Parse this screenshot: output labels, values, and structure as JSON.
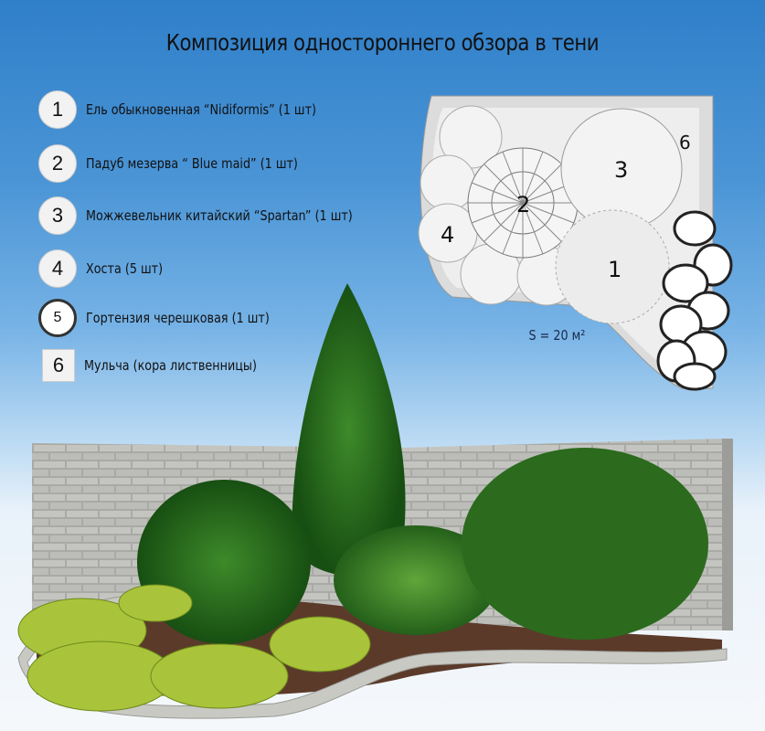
{
  "title": "Композиция одностороннего обзора в тени",
  "legend": [
    {
      "number": "1",
      "label": "Ель обыкновенная “Nidiformis” (1 шт)"
    },
    {
      "number": "2",
      "label": "Падуб мезерва “ Blue maid” (1 шт)"
    },
    {
      "number": "3",
      "label": "Можжевельник китайский “Spartan” (1 шт)"
    },
    {
      "number": "4",
      "label": "Хоста (5 шт)"
    },
    {
      "number": "5",
      "label": "Гортензия черешковая (1 шт)"
    },
    {
      "number": "6",
      "label": "Мульча (кора лиственницы)"
    }
  ],
  "plan": {
    "labels": [
      "1",
      "2",
      "3",
      "4",
      "6"
    ],
    "area": "S = 20 м²"
  }
}
